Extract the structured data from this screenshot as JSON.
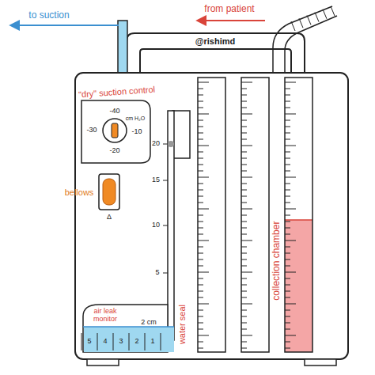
{
  "diagram": {
    "labels": [
      "to suction",
      "from patient",
      "@rishimd",
      "\"dry\" suction control",
      "-40",
      "-30",
      "-10",
      "-20",
      "cm H₂O",
      "bellows",
      "Δ",
      "20",
      "15",
      "10",
      "5",
      "2 cm",
      "air leak monitor",
      "5",
      "4",
      "3",
      "2",
      "1",
      "water seal",
      "collection chamber"
    ]
  }
}
